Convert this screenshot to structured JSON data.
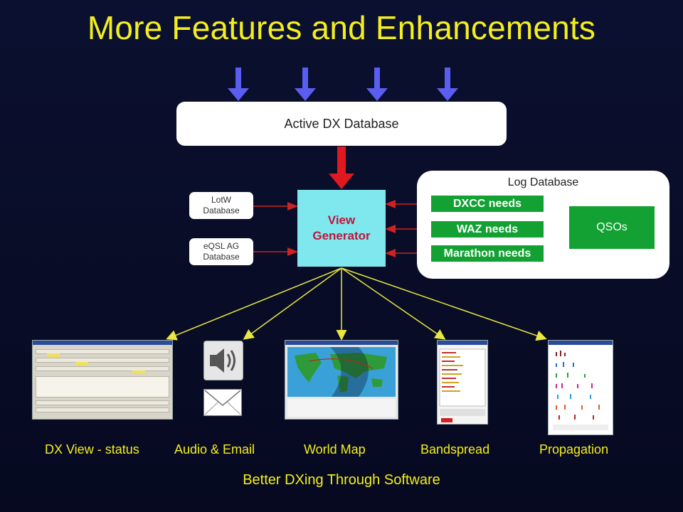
{
  "title": "More Features and Enhancements",
  "subtitle": "Better DXing Through Software",
  "colors": {
    "title": "#f4ee1e",
    "input_arrow": "#5a5ef0",
    "main_arrow": "#e01820",
    "thin_arrow": "#cc2222",
    "fan_line": "#e8e840",
    "need_box": "#12a132",
    "view_generator_fill": "#7fe8ee",
    "view_generator_text": "#c0143c"
  },
  "nodes": {
    "active_db": "Active DX Database",
    "view_generator": [
      "View",
      "Generator"
    ],
    "lotw_db": [
      "LotW",
      "Database"
    ],
    "eqsl_db": [
      "eQSL AG",
      "Database"
    ],
    "log_db": {
      "title": "Log Database",
      "needs": [
        "DXCC needs",
        "WAZ needs",
        "Marathon needs"
      ],
      "qsos": "QSOs"
    }
  },
  "outputs": [
    {
      "label": "DX View - status",
      "icon": "dx-view-screenshot"
    },
    {
      "label": "Audio & Email",
      "icon": "speaker-and-envelope-icon"
    },
    {
      "label": "World Map",
      "icon": "world-map-screenshot"
    },
    {
      "label": "Bandspread",
      "icon": "bandspread-screenshot"
    },
    {
      "label": "Propagation",
      "icon": "propagation-screenshot"
    }
  ]
}
